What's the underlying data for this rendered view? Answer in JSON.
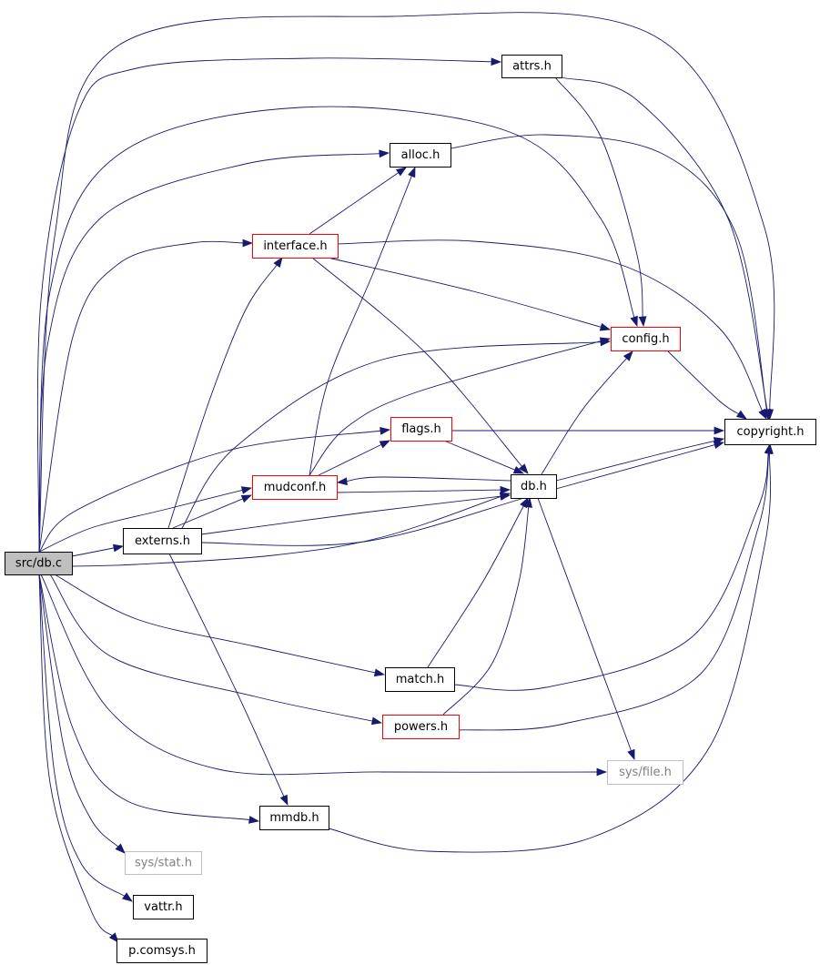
{
  "colors": {
    "edge": "#191970",
    "border_normal": "#000000",
    "border_truncated": "#ff0000",
    "border_external": "#bfbfbf",
    "fill_root": "#bfbfbf",
    "fill_normal": "#ffffff",
    "text_normal": "#000000",
    "text_external": "#808080"
  },
  "nodes": [
    {
      "id": "db_c",
      "label": "src/db.c",
      "kind": "root"
    },
    {
      "id": "attrs_h",
      "label": "attrs.h",
      "kind": "normal"
    },
    {
      "id": "alloc_h",
      "label": "alloc.h",
      "kind": "normal"
    },
    {
      "id": "interface_h",
      "label": "interface.h",
      "kind": "truncated"
    },
    {
      "id": "config_h",
      "label": "config.h",
      "kind": "truncated"
    },
    {
      "id": "flags_h",
      "label": "flags.h",
      "kind": "truncated"
    },
    {
      "id": "copyright_h",
      "label": "copyright.h",
      "kind": "normal"
    },
    {
      "id": "mudconf_h",
      "label": "mudconf.h",
      "kind": "truncated"
    },
    {
      "id": "db_h",
      "label": "db.h",
      "kind": "normal"
    },
    {
      "id": "externs_h",
      "label": "externs.h",
      "kind": "normal"
    },
    {
      "id": "match_h",
      "label": "match.h",
      "kind": "normal"
    },
    {
      "id": "powers_h",
      "label": "powers.h",
      "kind": "truncated"
    },
    {
      "id": "sys_file_h",
      "label": "sys/file.h",
      "kind": "external"
    },
    {
      "id": "mmdb_h",
      "label": "mmdb.h",
      "kind": "normal"
    },
    {
      "id": "sys_stat_h",
      "label": "sys/stat.h",
      "kind": "external"
    },
    {
      "id": "vattr_h",
      "label": "vattr.h",
      "kind": "normal"
    },
    {
      "id": "p_comsys_h",
      "label": "p.comsys.h",
      "kind": "normal"
    }
  ],
  "edges": [
    {
      "from": "db_c",
      "to": "attrs_h"
    },
    {
      "from": "db_c",
      "to": "alloc_h"
    },
    {
      "from": "db_c",
      "to": "interface_h"
    },
    {
      "from": "db_c",
      "to": "config_h"
    },
    {
      "from": "db_c",
      "to": "flags_h"
    },
    {
      "from": "db_c",
      "to": "copyright_h"
    },
    {
      "from": "db_c",
      "to": "mudconf_h"
    },
    {
      "from": "db_c",
      "to": "db_h"
    },
    {
      "from": "db_c",
      "to": "externs_h"
    },
    {
      "from": "db_c",
      "to": "match_h"
    },
    {
      "from": "db_c",
      "to": "powers_h"
    },
    {
      "from": "db_c",
      "to": "sys_file_h"
    },
    {
      "from": "db_c",
      "to": "mmdb_h"
    },
    {
      "from": "db_c",
      "to": "sys_stat_h"
    },
    {
      "from": "db_c",
      "to": "vattr_h"
    },
    {
      "from": "db_c",
      "to": "p_comsys_h"
    },
    {
      "from": "attrs_h",
      "to": "config_h"
    },
    {
      "from": "attrs_h",
      "to": "copyright_h"
    },
    {
      "from": "alloc_h",
      "to": "copyright_h"
    },
    {
      "from": "interface_h",
      "to": "alloc_h"
    },
    {
      "from": "interface_h",
      "to": "config_h"
    },
    {
      "from": "interface_h",
      "to": "copyright_h"
    },
    {
      "from": "interface_h",
      "to": "db_h"
    },
    {
      "from": "config_h",
      "to": "copyright_h"
    },
    {
      "from": "flags_h",
      "to": "copyright_h"
    },
    {
      "from": "flags_h",
      "to": "db_h"
    },
    {
      "from": "mudconf_h",
      "to": "alloc_h"
    },
    {
      "from": "mudconf_h",
      "to": "config_h"
    },
    {
      "from": "mudconf_h",
      "to": "flags_h"
    },
    {
      "from": "mudconf_h",
      "to": "db_h"
    },
    {
      "from": "db_h",
      "to": "mudconf_h"
    },
    {
      "from": "db_h",
      "to": "config_h"
    },
    {
      "from": "db_h",
      "to": "copyright_h"
    },
    {
      "from": "db_h",
      "to": "sys_file_h"
    },
    {
      "from": "externs_h",
      "to": "interface_h"
    },
    {
      "from": "externs_h",
      "to": "config_h"
    },
    {
      "from": "externs_h",
      "to": "mudconf_h"
    },
    {
      "from": "externs_h",
      "to": "db_h"
    },
    {
      "from": "externs_h",
      "to": "copyright_h"
    },
    {
      "from": "externs_h",
      "to": "mmdb_h"
    },
    {
      "from": "match_h",
      "to": "db_h"
    },
    {
      "from": "match_h",
      "to": "copyright_h"
    },
    {
      "from": "powers_h",
      "to": "db_h"
    },
    {
      "from": "powers_h",
      "to": "copyright_h"
    },
    {
      "from": "mmdb_h",
      "to": "copyright_h"
    }
  ]
}
